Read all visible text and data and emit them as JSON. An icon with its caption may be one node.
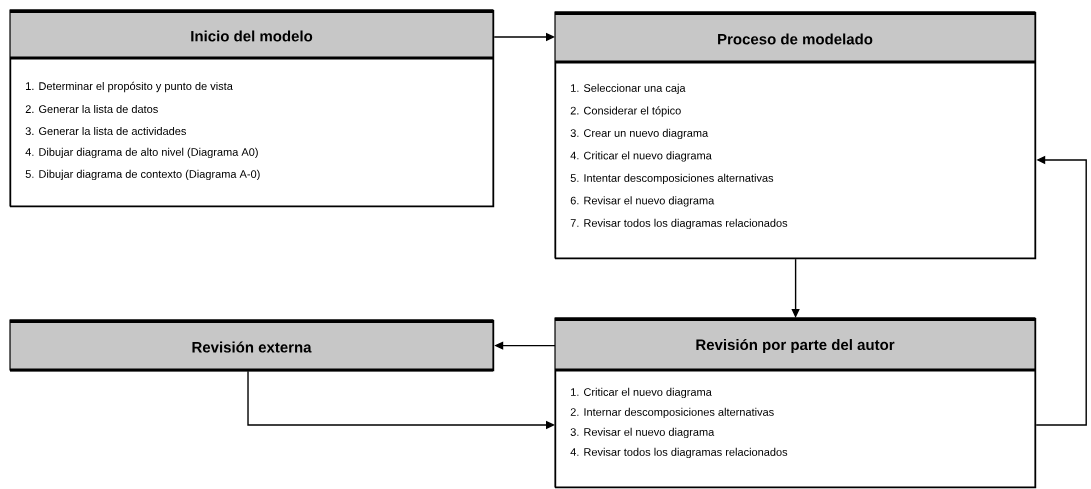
{
  "diagram": {
    "nodes": [
      {
        "text": [
          "Inicio del modelo",
          "1. Determinar el propósito y punto de vista",
          "2. Generar la lista de datos",
          "3. Generar la lista de actividades",
          "4. Dibujar diagrama de alto nivel (Diagrama A0)",
          "5. Dibujar diagrama de contexto (Diagrama A-0)"
        ]
      },
      {
        "text": [
          "Proceso de modelado",
          "1. Seleccionar una caja",
          "2. Considerar el tópico",
          "3. Crear un nuevo diagrama",
          "4. Criticar el nuevo diagrama",
          "5. Intentar descomposiciones alternativas",
          "6. Revisar el nuevo diagrama",
          "7. Revisar todos los diagramas relacionados"
        ]
      },
      {
        "text": [
          "Revisión externa"
        ]
      },
      {
        "text": [
          "Revisión por parte del autor",
          "1. Criticar el nuevo diagrama",
          "2. Internar descomposiciones alternativas",
          "3. Revisar el nuevo diagrama",
          "4. Revisar todos los diagramas relacionados"
        ]
      }
    ],
    "edges": [
      {
        "from": 0,
        "to": 1,
        "arrow": "to"
      },
      {
        "from": 1,
        "to": 3,
        "arrow": "to"
      },
      {
        "from": 3,
        "to": 2,
        "arrow": "to"
      },
      {
        "from": 2,
        "to": 3,
        "arrow": "to"
      },
      {
        "from": 3,
        "to": 1,
        "arrow": "to"
      }
    ]
  }
}
